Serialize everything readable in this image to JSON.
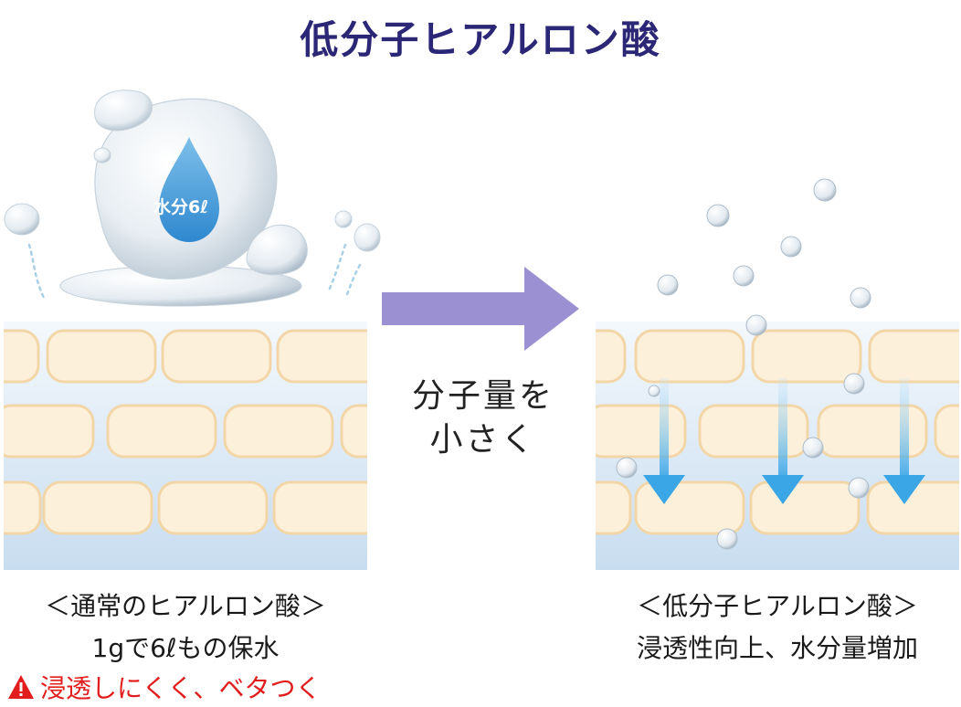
{
  "title": "低分子ヒアルロン酸",
  "arrow_text": [
    "分子量を",
    "小さく"
  ],
  "left": {
    "drop_label": "水分6ℓ",
    "caption_line1": "＜通常のヒアルロン酸＞",
    "caption_line2": "1gで6ℓもの保水",
    "warning": "浸透しにくく、ベタつく"
  },
  "right": {
    "caption_line1": "＜低分子ヒアルロン酸＞",
    "caption_line2": "浸透性向上、水分量増加"
  },
  "colors": {
    "title": "#2b2675",
    "arrow": "#9a90d2",
    "cell_fill": "#fdf0da",
    "cell_stroke": "#f3d6a8",
    "down_arrow": "#3aa6e6",
    "warning": "#e11d1d"
  }
}
